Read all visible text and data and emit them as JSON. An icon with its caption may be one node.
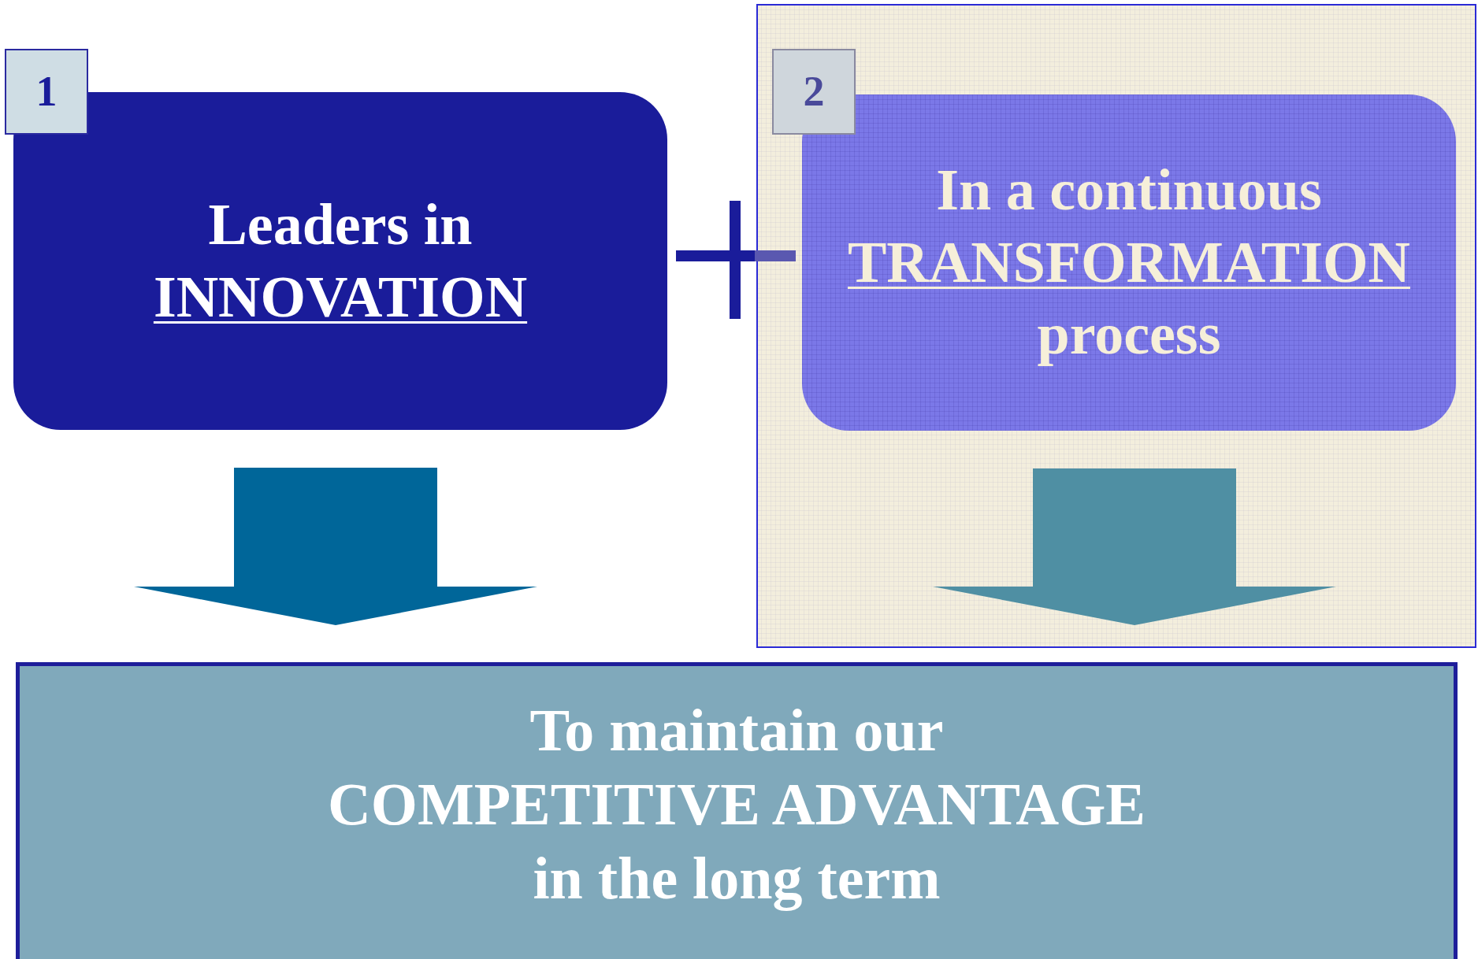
{
  "diagram": {
    "nodes": [
      {
        "text": [
          "1"
        ]
      },
      {
        "text": [
          "Leaders in",
          "INNOVATION"
        ]
      },
      {
        "text": [
          "2"
        ]
      },
      {
        "text": [
          "In a continuous",
          "TRANSFORMATION",
          "process"
        ]
      },
      {
        "text": [
          "To maintain our COMPETITIVE ADVANTAGE in the long term"
        ]
      }
    ],
    "edges": [
      {
        "from": 1,
        "to": 4,
        "arrow": "to",
        "style": "thick",
        "color": "#006699"
      },
      {
        "from": 3,
        "to": 4,
        "arrow": "to",
        "style": "thick",
        "color": "#4f8fa3"
      }
    ]
  }
}
